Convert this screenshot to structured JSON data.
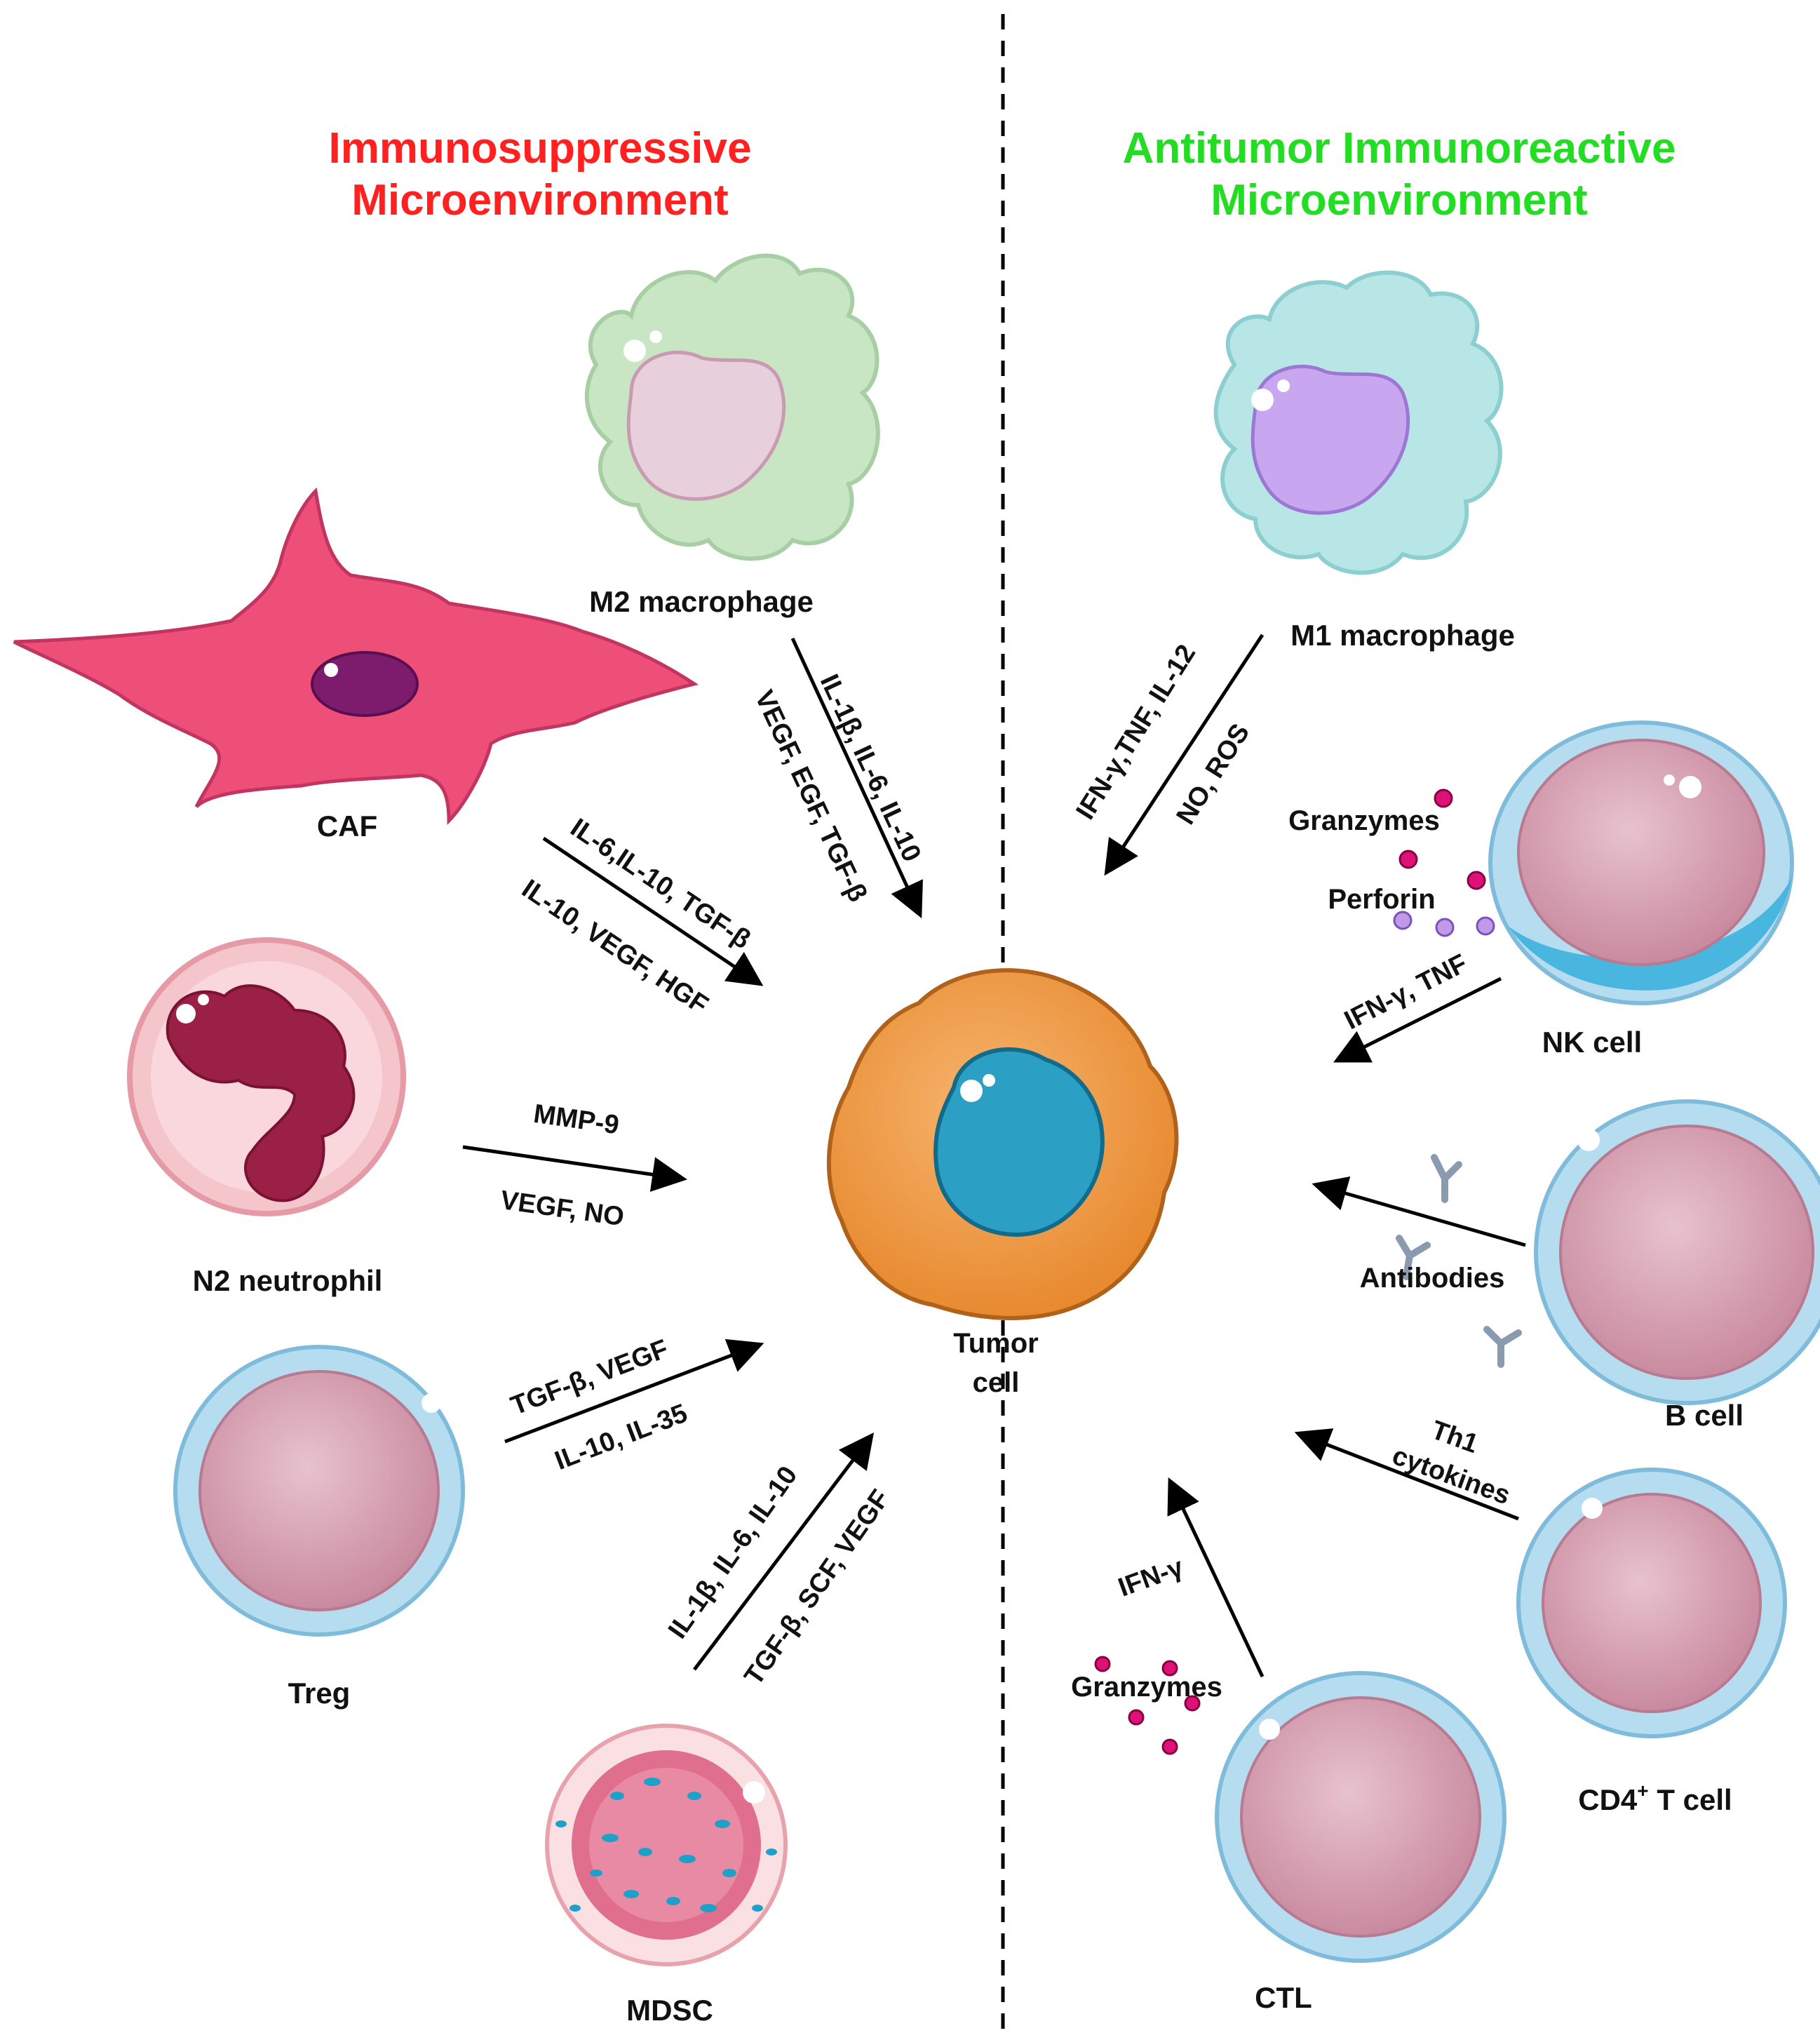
{
  "titles": {
    "left_line1": "Immunosuppressive",
    "left_line2": "Microenvironment",
    "right_line1": "Antitumor Immunoreactive",
    "right_line2": "Microenvironment",
    "left_color": "#ff2020",
    "right_color": "#22dd22"
  },
  "cells": {
    "m2": "M2 macrophage",
    "caf": "CAF",
    "n2": "N2 neutrophil",
    "treg": "Treg",
    "mdsc": "MDSC",
    "m1": "M1 macrophage",
    "nk": "NK cell",
    "b": "B cell",
    "cd4_main": "CD4",
    "cd4_sup": "+",
    "cd4_rest": " T cell",
    "ctl": "CTL",
    "tumor_line1": "Tumor",
    "tumor_line2": "cell"
  },
  "factors": {
    "m2_a": "IL-1β, IL-6, IL-10",
    "m2_b": "VEGF, EGF, TGF-β",
    "caf_a": "IL-6,IL-10, TGF-β",
    "caf_b": "IL-10, VEGF, HGF",
    "n2_a": "MMP-9",
    "n2_b": "VEGF, NO",
    "treg_a": "TGF-β, VEGF",
    "treg_b": "IL-10, IL-35",
    "mdsc_a": "IL-1β, IL-6, IL-10",
    "mdsc_b": "TGF-β, SCF, VEGF",
    "m1_a": "IFN-γ,TNF, IL-12",
    "m1_b": "NO, ROS",
    "nk_granzymes": "Granzymes",
    "nk_perforin": "Perforin",
    "nk_a": "IFN-γ, TNF",
    "b_antibodies": "Antibodies",
    "cd4_a": "Th1",
    "cd4_b": "cytokines",
    "ctl_a": "IFN-γ",
    "ctl_granzymes": "Granzymes"
  },
  "colors": {
    "m2_body": "#c8e6c4",
    "m1_body": "#b8e6e6",
    "caf_body": "#ee4f78",
    "tumor_body": "#f2a55a",
    "tumor_nucleus": "#1f8fb0",
    "lymph_shell": "#b6dcf0",
    "lymph_nucleus": "#d99aad",
    "granzyme": "#dd1177",
    "perforin": "#c09ae8"
  }
}
